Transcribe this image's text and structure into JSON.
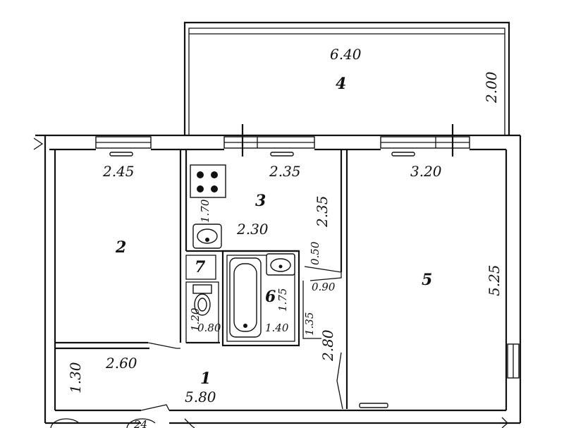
{
  "plan": {
    "rooms": [
      {
        "id": "1",
        "label": "1",
        "area": "5.80"
      },
      {
        "id": "2",
        "label": "2"
      },
      {
        "id": "3",
        "label": "3",
        "area": "2.30"
      },
      {
        "id": "4",
        "label": "4",
        "area": "6.40"
      },
      {
        "id": "5",
        "label": "5"
      },
      {
        "id": "6",
        "label": "6"
      },
      {
        "id": "7",
        "label": "7"
      }
    ],
    "dimensions": {
      "balcony_height": "2.00",
      "room2_width": "2.45",
      "kitchen_width": "2.35",
      "kitchen_depth": "2.35",
      "stove_depth": "1.70",
      "room5_width": "3.20",
      "room5_depth": "5.25",
      "bath_len": "1.75",
      "bath_width": "1.40",
      "basin_depth": "0.50",
      "passage_width": "0.90",
      "passage_len": "1.35",
      "door_gap": "2.80",
      "wc_len": "1.20",
      "wc_width": "0.80",
      "hall_width": "2.60",
      "hall_depth": "1.30",
      "entry_number": "24"
    }
  }
}
